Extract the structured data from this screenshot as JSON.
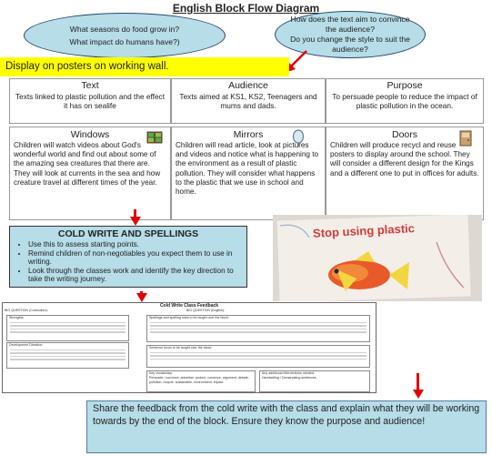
{
  "title": "English Block Flow Diagram",
  "oval_left": {
    "line1": "What seasons do food grow in?",
    "line2": "What impact do humans have?)"
  },
  "oval_right": {
    "line1": "How does the text aim to convince the audience?",
    "line2": "Do you change the style to suit the audience?"
  },
  "banner": "Display on posters on working wall.",
  "top_row": [
    {
      "heading": "Text",
      "body": "Texts linked to plastic pollution and the effect it has on sealife"
    },
    {
      "heading": "Audience",
      "body": "Texts aimed at KS1, KS2, Teenagers and mums and dads."
    },
    {
      "heading": "Purpose",
      "body": "To persuade people to reduce the impact of plastic pollution in the ocean."
    }
  ],
  "second_row": [
    {
      "heading": "Windows",
      "body": "Children will watch videos about God's wonderful world and find out about some of the amazing sea creatures that there are. They will look at currents in the sea and how creature travel at different times of the year.",
      "icon": "window-icon"
    },
    {
      "heading": "Mirrors",
      "body": "Children will read article, look at pictures and videos and notice what is happening to the environment as a result of plastic pollution. They will consider what happens to the plastic that we use in school and home.",
      "icon": "mirror-icon"
    },
    {
      "heading": "Doors",
      "body": "Children will produce recycl and reuse posters to display around the school. They will consider a different design for the Kings and a different one to put in offices for adults.",
      "icon": "door-icon"
    }
  ],
  "cold_write": {
    "heading": "COLD WRITE AND SPELLINGS",
    "bullets": [
      "Use this to assess starting points.",
      "Remind children of non-negotiables you expect them to use in writing.",
      "Look through the classes work and identify the key direction to take the writing journey."
    ]
  },
  "poster": {
    "text": "Stop using plastic"
  },
  "feedback_sheet": {
    "title": "Cold Write Class Feedback",
    "q_left": "BIG QUESTION (Curriculum):",
    "q_right": "BIG QUESTION (English):",
    "strengths": "Strengths:",
    "development": "Development Direction:",
    "spelling_title": "Spellings and spelling rules to be taught over the block:",
    "sentence_title": "Sentence focus to be taught over the block:",
    "vocab_title": "Key Vocabulary:",
    "extra_title": "Any additional interventions needed:",
    "vocab_words": "Persuade / convince, advertise, protect, conserve, argument, debate, pollution, recycle, sustainable, environment, impact.",
    "extra_items": "Handwriting / Demarcating sentences"
  },
  "share": "Share the feedback from the cold write with the class and explain what they will be working towards by the end of the block. Ensure they know the purpose and audience!",
  "colors": {
    "oval_fill": "#b6dde8",
    "banner": "#ffff00",
    "arrow": "#e00000"
  }
}
